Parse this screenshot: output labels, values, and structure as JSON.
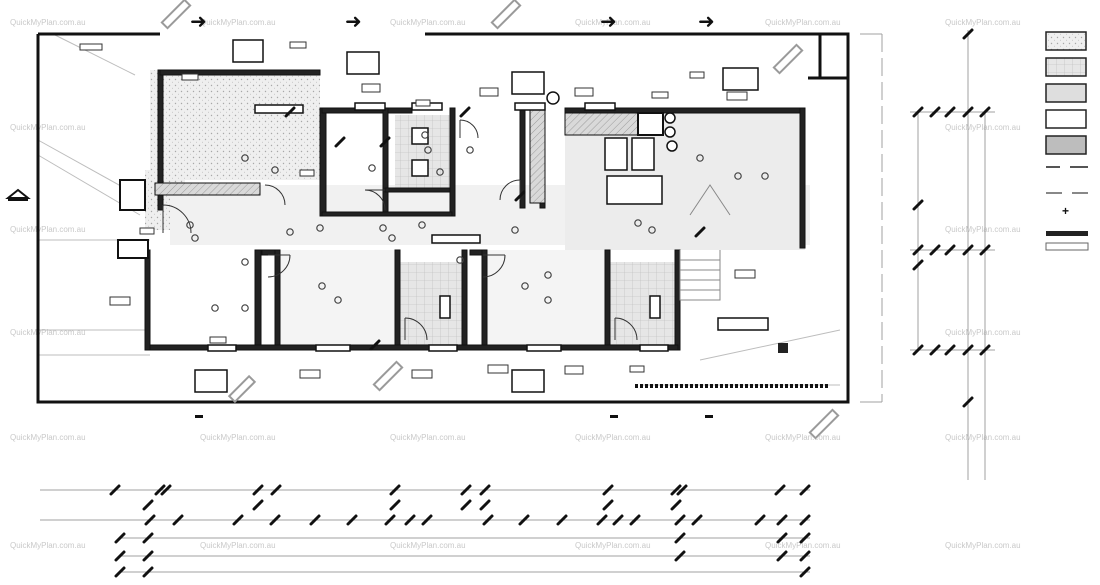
{
  "watermark": {
    "text": "QuickMyPlan.com.au"
  },
  "legend": {
    "swatches": [
      {
        "name": "hatched-fill",
        "fill": "#eaeaea",
        "pattern": "dots"
      },
      {
        "name": "grid-fill",
        "fill": "#dcdcdc",
        "pattern": "grid"
      },
      {
        "name": "light-fill",
        "fill": "#dedede",
        "pattern": "none"
      },
      {
        "name": "white-fill",
        "fill": "#ffffff",
        "pattern": "none"
      },
      {
        "name": "dark-fill",
        "fill": "#bdbdbd",
        "pattern": "none"
      }
    ],
    "line_symbols": [
      "dash-dot-line",
      "long-dash-line",
      "plus-marker",
      "thick-bar",
      "double-line"
    ]
  },
  "colors": {
    "wall": "#111111",
    "floor_tile": "#e4e4e4",
    "floor_pebble": "#eeeeee",
    "dim_line": "#9a9a9a",
    "light_line": "#cfcfcf"
  }
}
